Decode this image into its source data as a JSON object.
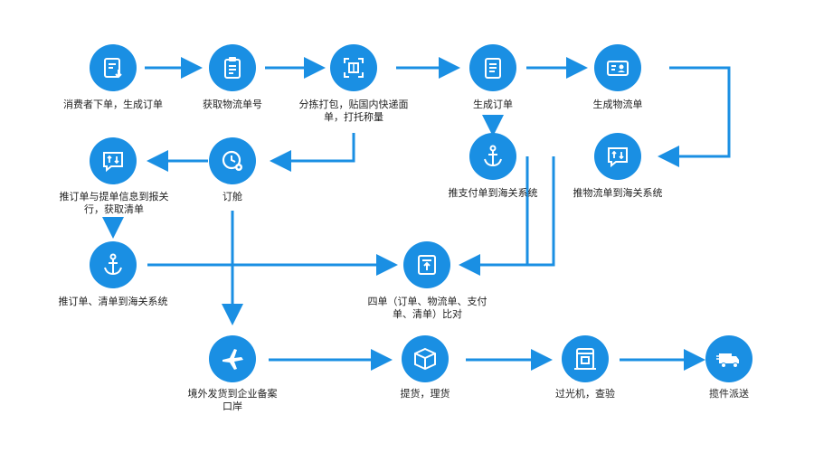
{
  "accent": "#1a8fe3",
  "nodes": [
    {
      "id": "n1",
      "label": "消费者下单，生成订单",
      "icon": "order-download-icon"
    },
    {
      "id": "n2",
      "label": "获取物流单号",
      "icon": "clipboard-icon"
    },
    {
      "id": "n3",
      "label": "分拣打包，贴国内快递面单，打托称量",
      "icon": "scan-frame-icon"
    },
    {
      "id": "n4",
      "label": "生成订单",
      "icon": "document-icon"
    },
    {
      "id": "n5",
      "label": "生成物流单",
      "icon": "id-card-icon"
    },
    {
      "id": "n6",
      "label": "推订单与提单信息到报关行，获取清单",
      "icon": "message-transfer-icon"
    },
    {
      "id": "n7",
      "label": "订舱",
      "icon": "clock-gear-icon"
    },
    {
      "id": "n8",
      "label": "推支付单到海关系统",
      "icon": "anchor-icon"
    },
    {
      "id": "n9",
      "label": "推物流单到海关系统",
      "icon": "message-transfer-icon"
    },
    {
      "id": "n10",
      "label": "推订单、清单到海关系统",
      "icon": "anchor-icon"
    },
    {
      "id": "n11",
      "label": "四单（订单、物流单、支付单、清单）比对",
      "icon": "compare-document-icon"
    },
    {
      "id": "n12",
      "label": "境外发货到企业备案口岸",
      "icon": "airplane-icon"
    },
    {
      "id": "n13",
      "label": "提货，理货",
      "icon": "package-icon"
    },
    {
      "id": "n14",
      "label": "过光机，查验",
      "icon": "xray-scanner-icon"
    },
    {
      "id": "n15",
      "label": "揽件派送",
      "icon": "delivery-truck-icon"
    }
  ]
}
